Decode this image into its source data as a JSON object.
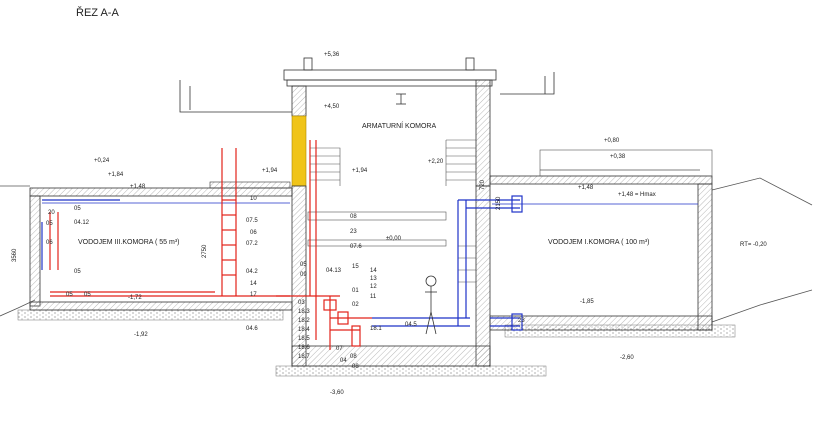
{
  "title": "ŘEZ A-A",
  "rooms": {
    "armatura": "ARMATURNÍ KOMORA",
    "left_tank": "VODOJEM III.KOMORA ( 55 m³)",
    "right_tank": "VODOJEM I.KOMORA ( 100 m³)"
  },
  "levels": {
    "roof_top": "+5,36",
    "roof_under": "+4,50",
    "l_024": "+0,24",
    "l_184": "+1,84",
    "l_148L": "+1,48",
    "l_194a": "+1,94",
    "l_194b": "+1,94",
    "l_220": "+2,20",
    "l_000": "±0,00",
    "l_080": "+0,80",
    "l_038": "+0,38",
    "l_148R": "+1,48",
    "hmax": "+1,48 = Hmax",
    "rt": "RT= -0,20",
    "l_172": "-1,72",
    "l_185": "-1,85",
    "l_192": "-1,92",
    "l_260": "-2,60",
    "l_360": "-3,60",
    "dim_3560": "3560",
    "dim_2750": "2750",
    "dim_720": "720",
    "dim_2150": "2150",
    "d_23": "23"
  },
  "callouts_left": {
    "c05a": "05",
    "c0412": "04.12",
    "c05b": "05",
    "c05c": "05",
    "c06": "06",
    "c05d": "05",
    "c05e": "05",
    "c20": "20"
  },
  "callouts_center": {
    "c10": "10",
    "c075": "07.5",
    "c06": "06",
    "c072": "07.2",
    "c042": "04.2",
    "c14": "14",
    "c17": "17",
    "c046": "04.6",
    "c08": "08",
    "c23": "23",
    "c076": "07.6",
    "c05": "05",
    "c0413": "04.13",
    "c09": "09",
    "c15": "15",
    "c14b": "14",
    "c13": "13",
    "c12": "12",
    "c11": "11",
    "c01": "01",
    "c02": "02",
    "c181": "18.1",
    "c045": "04.5",
    "c07": "07",
    "c08b": "08",
    "c183": "18.3",
    "c182": "18.2",
    "c184": "18.4",
    "c185": "18.5",
    "c186": "18.6",
    "c187": "18.7",
    "c03": "03",
    "c04": "04",
    "c08c": "08"
  },
  "colors": {
    "red_pipe": "#e2231a",
    "blue_pipe": "#1f33c8",
    "yellow": "#f0c419",
    "line": "#333333",
    "gray": "#9a9a9a"
  }
}
